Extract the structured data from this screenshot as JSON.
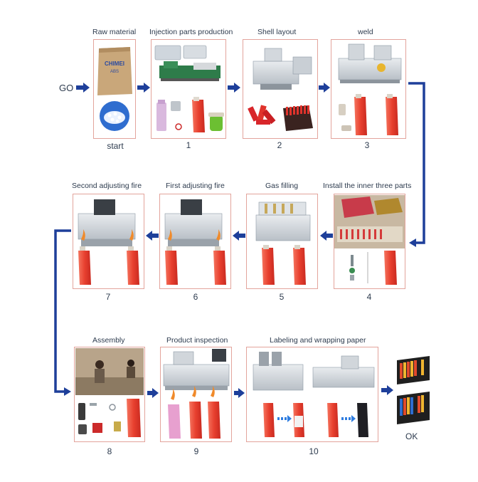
{
  "start_label": "GO",
  "end_label": "OK",
  "steps": [
    {
      "title": "Raw material",
      "number": "start"
    },
    {
      "title": "Injection parts production",
      "number": "1"
    },
    {
      "title": "Shell layout",
      "number": "2"
    },
    {
      "title": "weld",
      "number": "3"
    },
    {
      "title": "Install the inner three parts",
      "number": "4"
    },
    {
      "title": "Gas filling",
      "number": "5"
    },
    {
      "title": "First adjusting fire",
      "number": "6"
    },
    {
      "title": "Second adjusting fire",
      "number": "7"
    },
    {
      "title": "Assembly",
      "number": "8"
    },
    {
      "title": "Product inspection",
      "number": "9"
    },
    {
      "title": "Labeling and wrapping paper",
      "number": "10"
    }
  ],
  "bag_text": [
    "CHIMEI",
    "ABS"
  ],
  "colors": {
    "arrow": "#1e3f9a",
    "box_border": "#e3a49c",
    "lighter_red": "#e8402f",
    "lighter_orange": "#f08a2a"
  }
}
